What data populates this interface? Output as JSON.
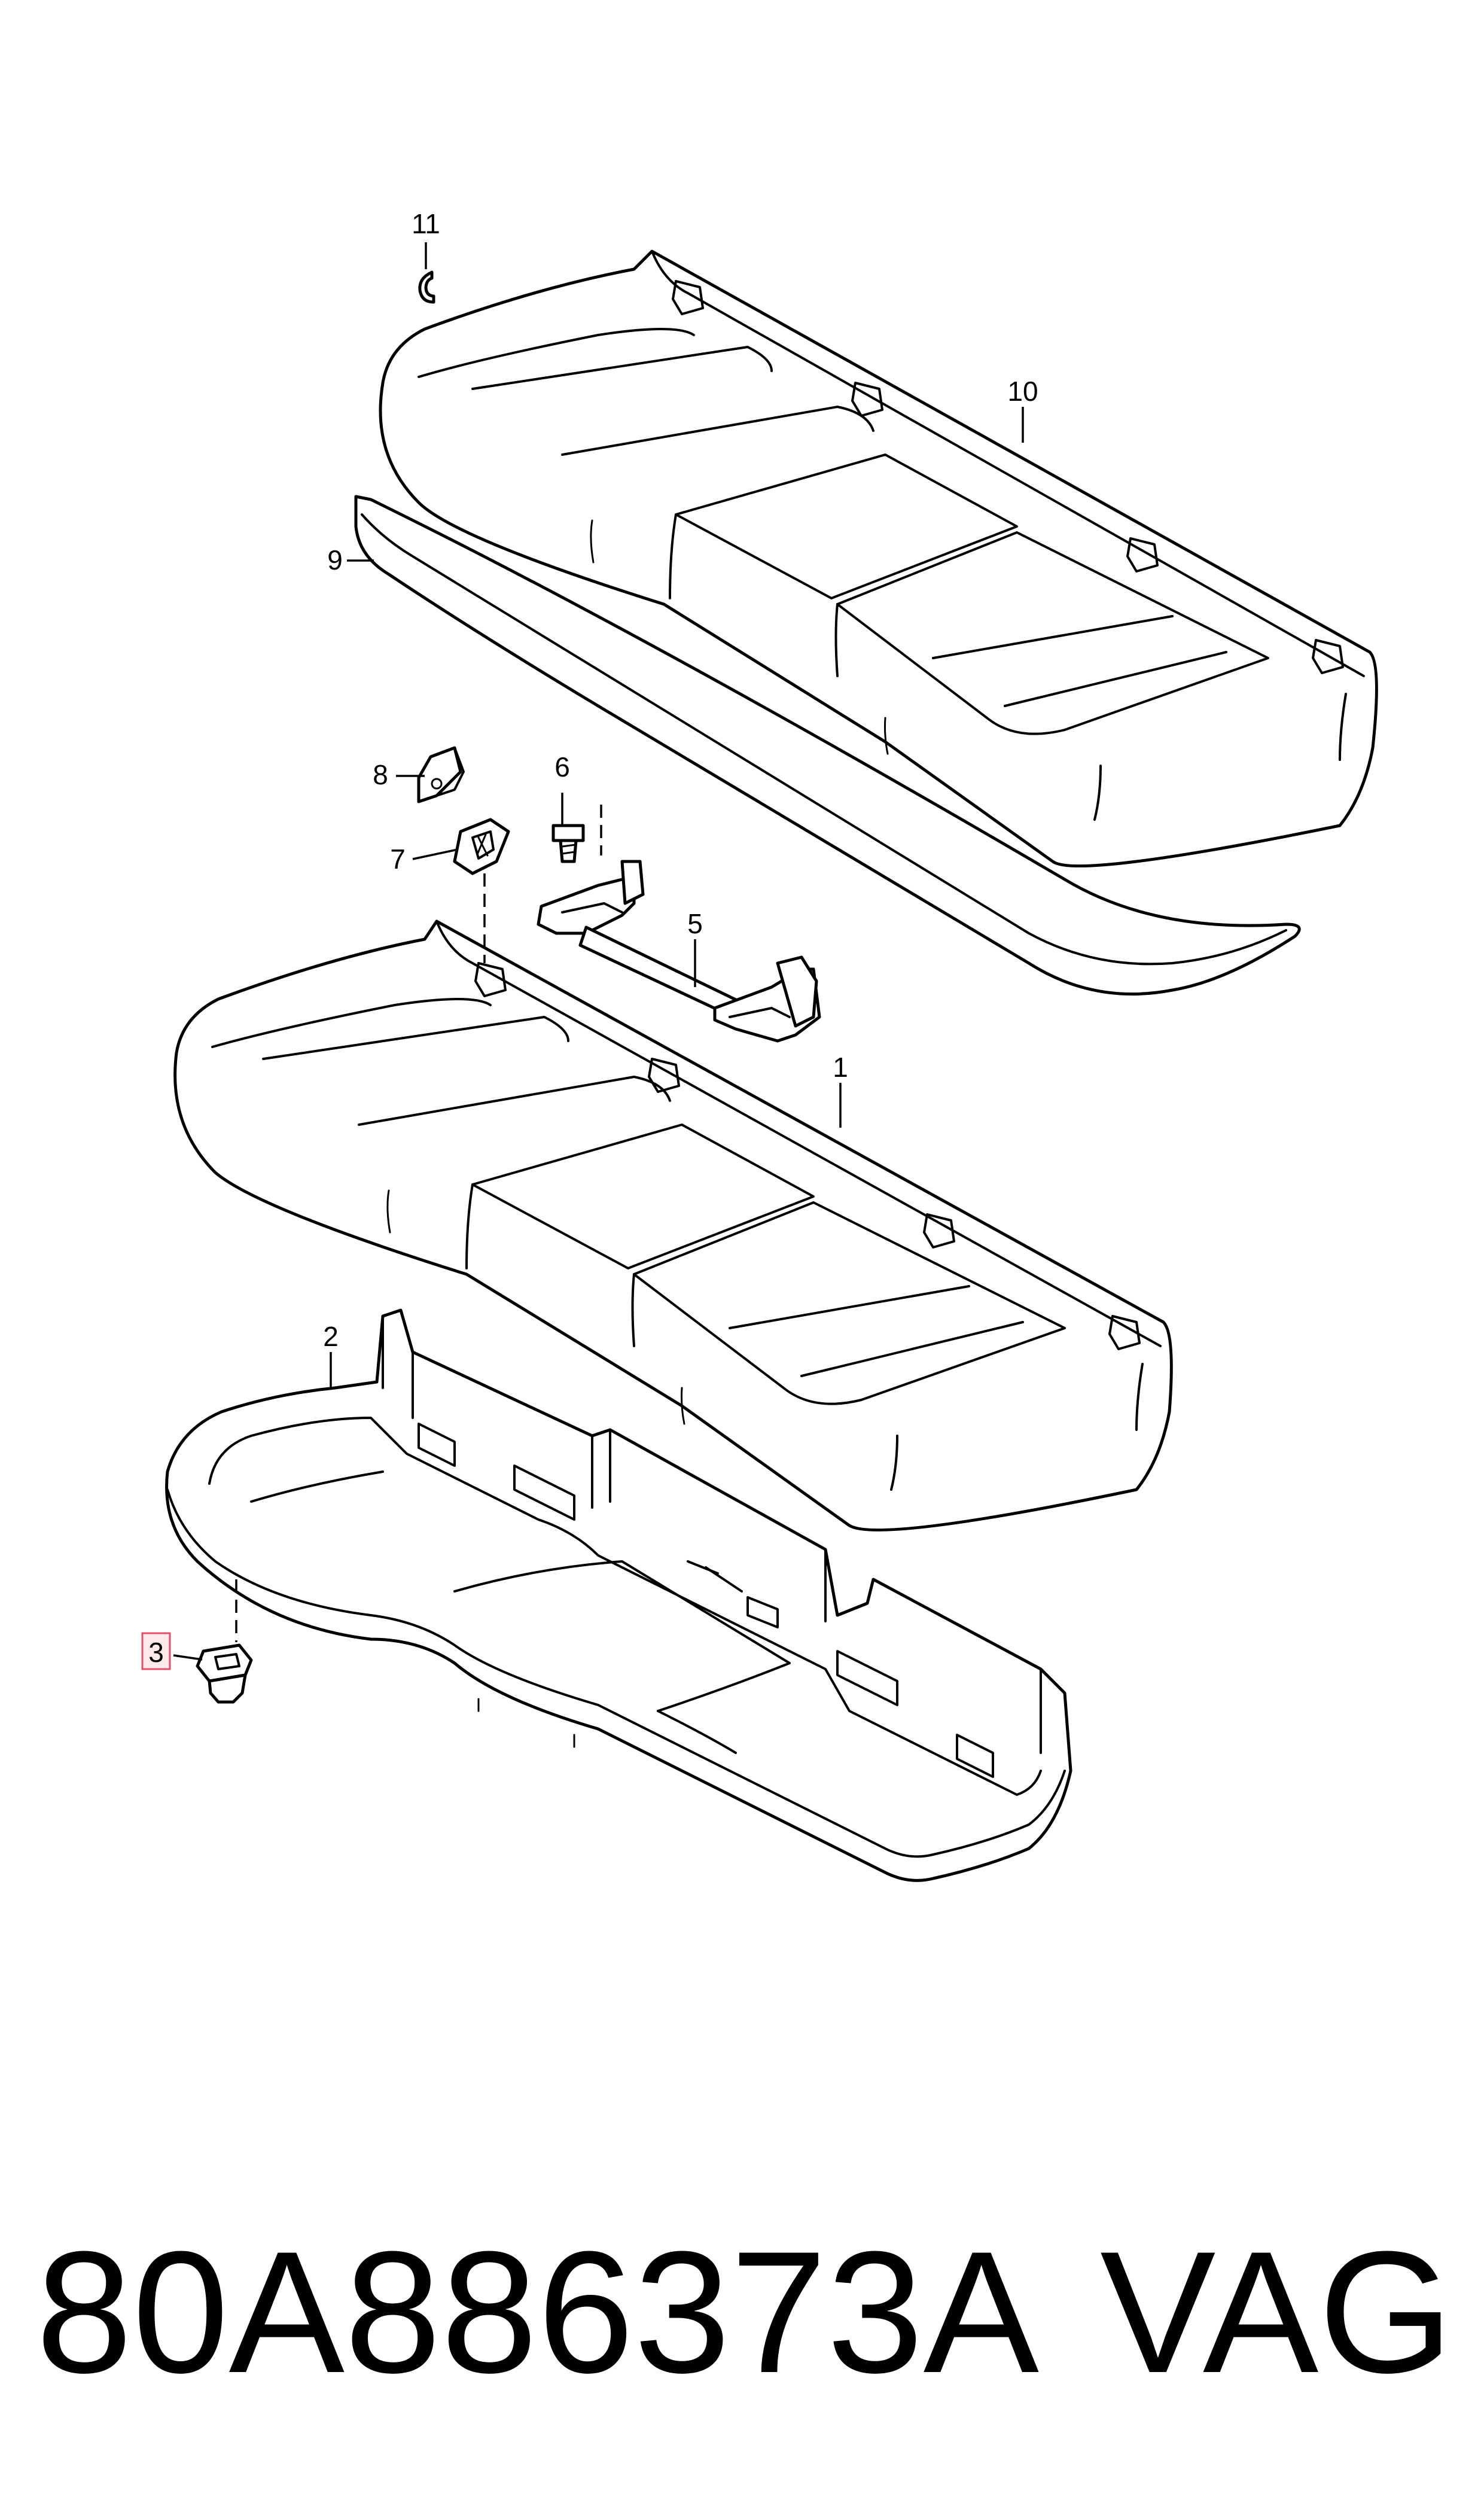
{
  "diagram": {
    "callouts": [
      "1",
      "2",
      "3",
      "5",
      "6",
      "7",
      "8",
      "9",
      "10",
      "11"
    ],
    "highlighted_callout": "3",
    "colors": {
      "line": "#000000",
      "highlight_fill": "#fde8ea",
      "highlight_stroke": "#e2506a"
    }
  },
  "footer": {
    "part_number": "80A886373A",
    "brand": "VAG"
  }
}
